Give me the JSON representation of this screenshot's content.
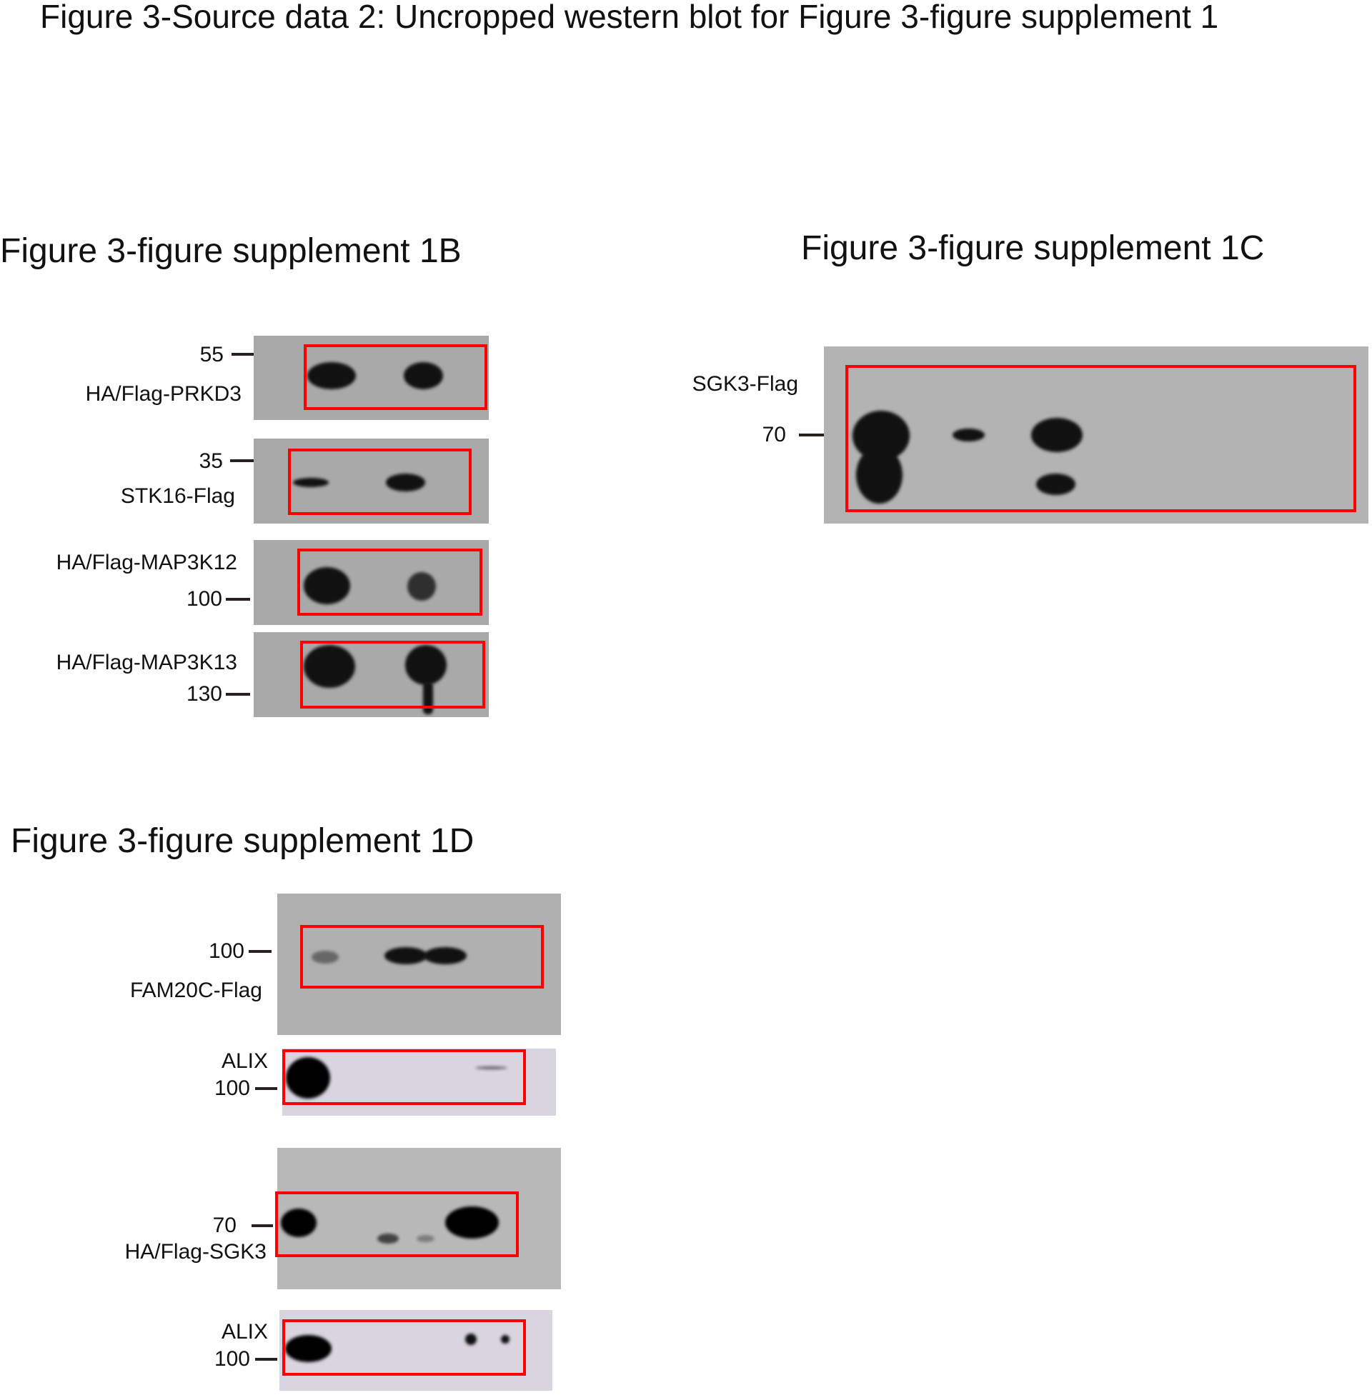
{
  "title": "Figure 3-Source data 2: Uncropped western blot for Figure 3-figure  supplement 1",
  "panels": {
    "b": {
      "heading": "Figure 3-figure  supplement 1B",
      "blots": [
        {
          "label": "HA/Flag-PRKD3",
          "marker": "55"
        },
        {
          "label": "STK16-Flag",
          "marker": "35"
        },
        {
          "label": "HA/Flag-MAP3K12",
          "marker": "100"
        },
        {
          "label": "HA/Flag-MAP3K13",
          "marker": "130"
        }
      ]
    },
    "c": {
      "heading": "Figure 3-figure  supplement 1C",
      "blots": [
        {
          "label": "SGK3-Flag",
          "marker": "70"
        }
      ]
    },
    "d": {
      "heading": "Figure 3-figure  supplement 1D",
      "blots": [
        {
          "label": "FAM20C-Flag",
          "marker": "100"
        },
        {
          "label": "ALIX",
          "marker": "100"
        },
        {
          "label": "HA/Flag-SGK3",
          "marker": "70"
        },
        {
          "label": "ALIX",
          "marker": "100"
        }
      ]
    }
  },
  "colors": {
    "crop_box": "#ff0000",
    "blot_bg": "#a9a9a9"
  }
}
